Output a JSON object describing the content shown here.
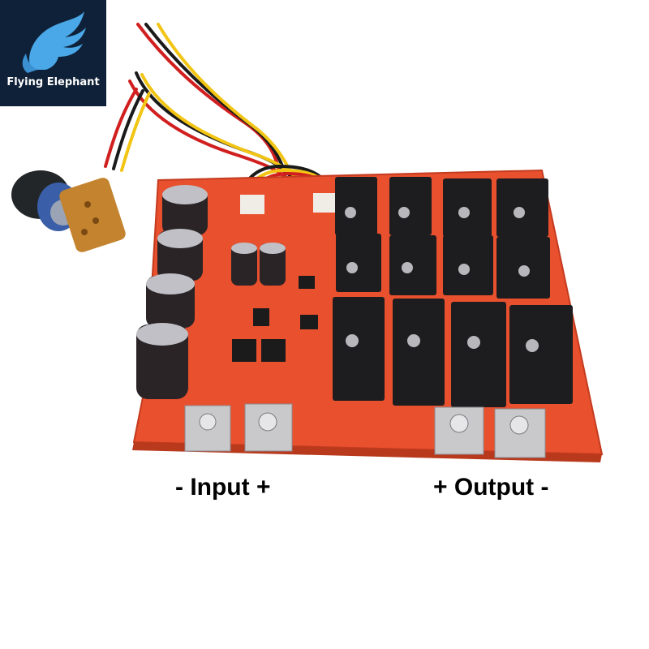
{
  "logo": {
    "brand_text": "Flying Elephant",
    "background": "#0f2138",
    "icon": "elephant-wing-icon"
  },
  "labels": {
    "input": "- Input +",
    "output": "+ Output -"
  },
  "colors": {
    "pcb": "#e8502e",
    "heatsink": "#1d1d1f",
    "capacitor": "#2a2426",
    "terminal": "#c9c9cc"
  }
}
